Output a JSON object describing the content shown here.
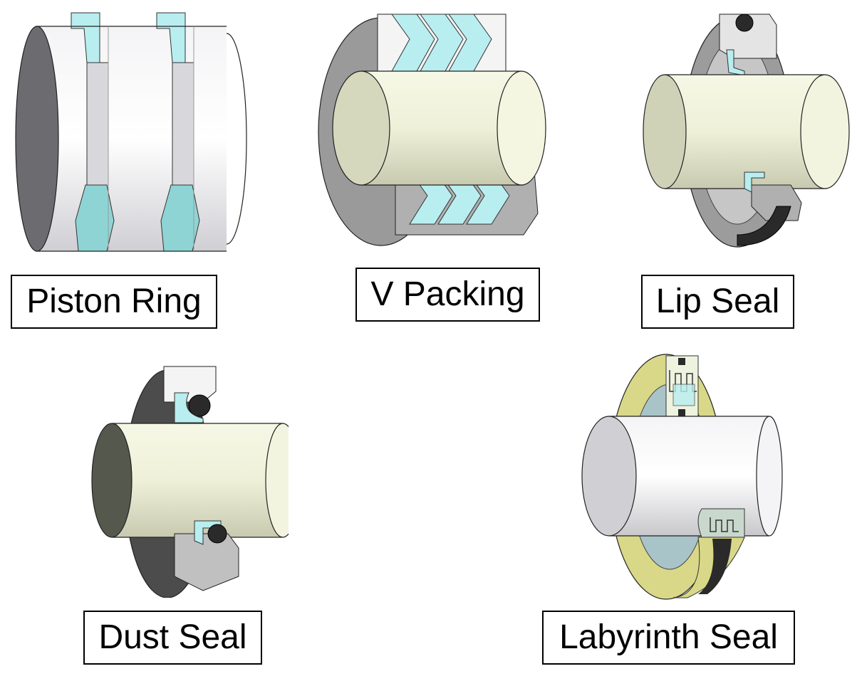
{
  "items": [
    {
      "id": "piston-ring",
      "label": "Piston Ring"
    },
    {
      "id": "v-packing",
      "label": "V Packing"
    },
    {
      "id": "lip-seal",
      "label": "Lip Seal"
    },
    {
      "id": "dust-seal",
      "label": "Dust Seal"
    },
    {
      "id": "labyrinth-seal",
      "label": "Labyrinth Seal"
    }
  ],
  "colors": {
    "seal": "#b8eef0",
    "shaft": "#e8ecd0",
    "metal": "#a8a8a8",
    "housing": "#eeeeee",
    "oring": "#2a2a2a",
    "labyrinth_body": "#d8d888"
  }
}
